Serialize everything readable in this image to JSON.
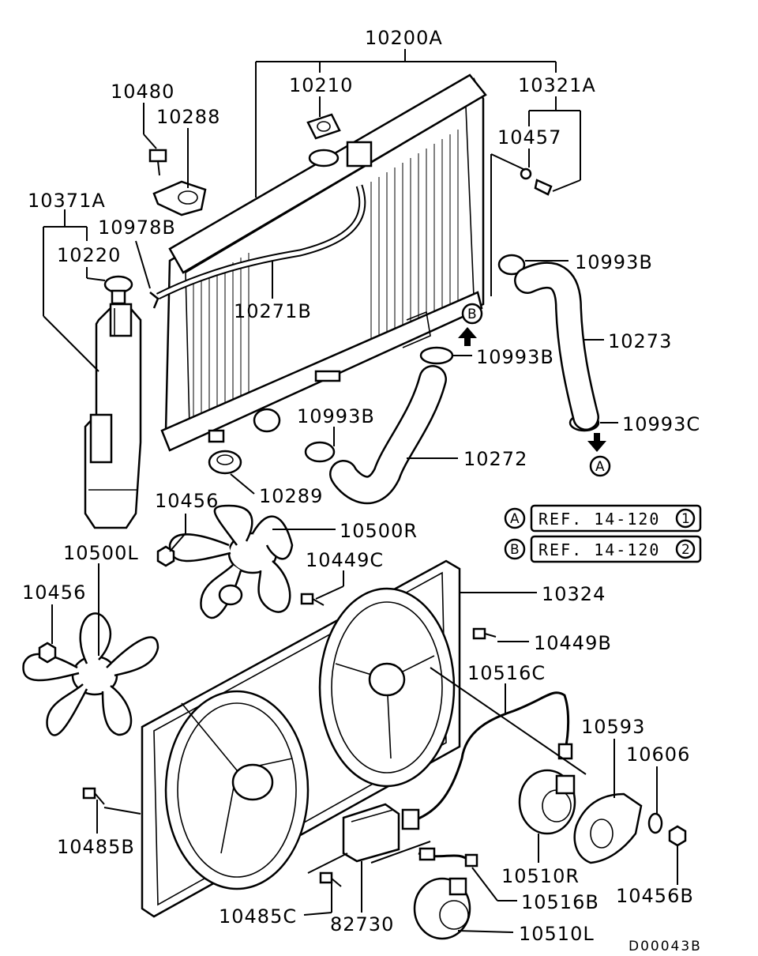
{
  "diagram": {
    "parts": [
      {
        "id": "radiator",
        "number": "10200A"
      },
      {
        "id": "radiator-cap",
        "number": "10210"
      },
      {
        "id": "drain-plug-set",
        "number": "10321A"
      },
      {
        "id": "bolt-upper",
        "number": "10480"
      },
      {
        "id": "upper-mount",
        "number": "10288"
      },
      {
        "id": "washer-drain",
        "number": "10457"
      },
      {
        "id": "reserve-tank",
        "number": "10371A"
      },
      {
        "id": "tank-clip",
        "number": "10978B"
      },
      {
        "id": "tank-cap",
        "number": "10220"
      },
      {
        "id": "overflow-hose",
        "number": "10271B"
      },
      {
        "id": "hose-clamp-upper",
        "number": "10993B"
      },
      {
        "id": "upper-hose",
        "number": "10273"
      },
      {
        "id": "hose-clamp-mid",
        "number": "10993B"
      },
      {
        "id": "hose-clamp-left",
        "number": "10993B"
      },
      {
        "id": "lower-hose",
        "number": "10272"
      },
      {
        "id": "hose-clamp-lower",
        "number": "10993C"
      },
      {
        "id": "lower-mount",
        "number": "10289"
      },
      {
        "id": "nut-r",
        "number": "10456"
      },
      {
        "id": "fan-r",
        "number": "10500R"
      },
      {
        "id": "fan-l",
        "number": "10500L"
      },
      {
        "id": "bolt-shroud",
        "number": "10449C"
      },
      {
        "id": "nut-l",
        "number": "10456"
      },
      {
        "id": "shroud",
        "number": "10324"
      },
      {
        "id": "bolt-shroud-b",
        "number": "10449B"
      },
      {
        "id": "harness",
        "number": "10516C"
      },
      {
        "id": "motor-cover",
        "number": "10593"
      },
      {
        "id": "washer-motor",
        "number": "10606"
      },
      {
        "id": "bolt-lower-left",
        "number": "10485B"
      },
      {
        "id": "motor-r",
        "number": "10510R"
      },
      {
        "id": "nut-motor",
        "number": "10456B"
      },
      {
        "id": "harness-l",
        "number": "10516B"
      },
      {
        "id": "bolt-lower-mid",
        "number": "10485C"
      },
      {
        "id": "resistor",
        "number": "82730"
      },
      {
        "id": "motor-l",
        "number": "10510L"
      }
    ],
    "arrow_markers": {
      "a": "A",
      "b": "B"
    },
    "references": [
      {
        "marker": "A",
        "text": "REF. 14-120",
        "sub": "1"
      },
      {
        "marker": "B",
        "text": "REF. 14-120",
        "sub": "2"
      }
    ],
    "figure_code": "D00043B"
  }
}
